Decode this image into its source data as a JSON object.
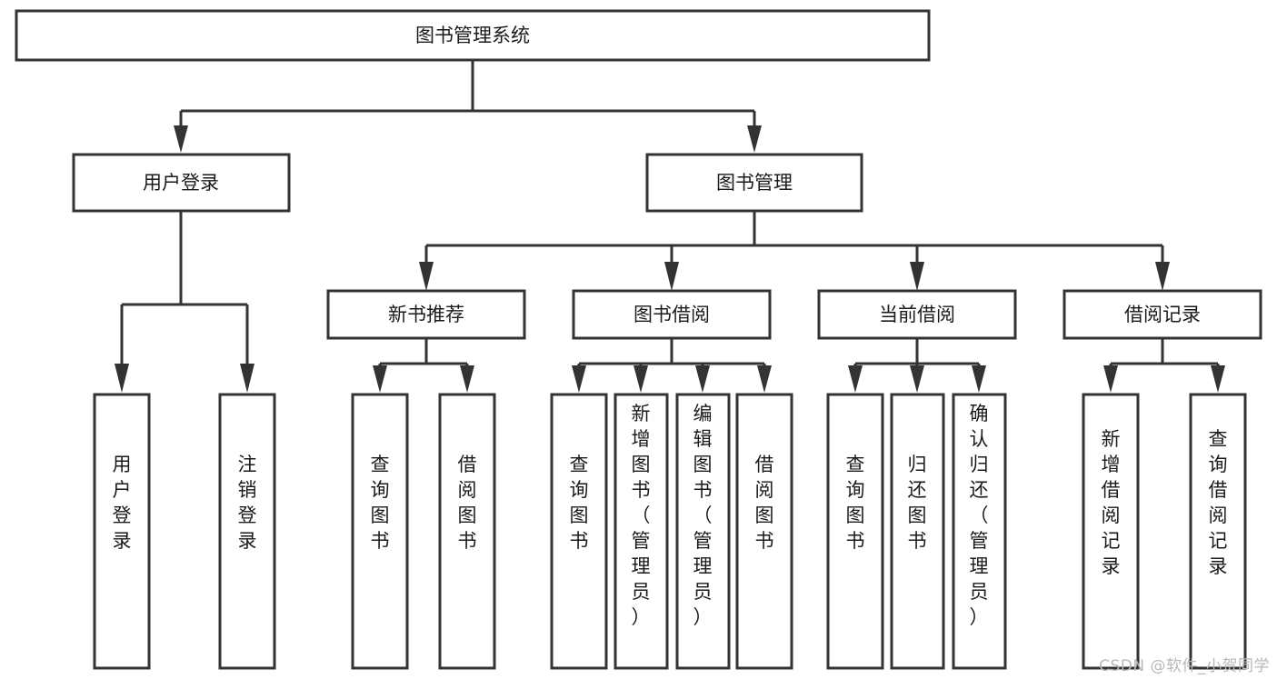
{
  "diagram": {
    "type": "tree-hierarchy-flowchart",
    "title": "图书管理系统",
    "background_color": "#ffffff",
    "line_color": "#333333",
    "text_color": "#1a1a1a",
    "nodes": {
      "root": {
        "label": "图书管理系统",
        "orientation": "horizontal"
      },
      "level1": [
        {
          "id": "user-login",
          "label": "用户登录",
          "orientation": "horizontal"
        },
        {
          "id": "book-manage",
          "label": "图书管理",
          "orientation": "horizontal"
        }
      ],
      "level2": [
        {
          "id": "new-book-recommend",
          "label": "新书推荐",
          "orientation": "horizontal"
        },
        {
          "id": "book-borrow",
          "label": "图书借阅",
          "orientation": "horizontal"
        },
        {
          "id": "current-borrow",
          "label": "当前借阅",
          "orientation": "horizontal"
        },
        {
          "id": "borrow-record",
          "label": "借阅记录",
          "orientation": "horizontal"
        }
      ],
      "leaves": [
        {
          "id": "leaf-user-login",
          "label": "用户登录",
          "parent": "user-login",
          "orientation": "vertical"
        },
        {
          "id": "leaf-logout-login",
          "label": "注销登录",
          "parent": "user-login",
          "orientation": "vertical"
        },
        {
          "id": "leaf-query-book-1",
          "label": "查询图书",
          "parent": "new-book-recommend",
          "orientation": "vertical"
        },
        {
          "id": "leaf-borrow-book-1",
          "label": "借阅图书",
          "parent": "new-book-recommend",
          "orientation": "vertical"
        },
        {
          "id": "leaf-query-book-2",
          "label": "查询图书",
          "parent": "book-borrow",
          "orientation": "vertical"
        },
        {
          "id": "leaf-add-book",
          "label": "新增图书（管理员）",
          "parent": "book-borrow",
          "orientation": "vertical"
        },
        {
          "id": "leaf-edit-book",
          "label": "编辑图书（管理员）",
          "parent": "book-borrow",
          "orientation": "vertical"
        },
        {
          "id": "leaf-borrow-book-2",
          "label": "借阅图书",
          "parent": "book-borrow",
          "orientation": "vertical"
        },
        {
          "id": "leaf-query-book-3",
          "label": "查询图书",
          "parent": "current-borrow",
          "orientation": "vertical"
        },
        {
          "id": "leaf-return-book",
          "label": "归还图书",
          "parent": "current-borrow",
          "orientation": "vertical"
        },
        {
          "id": "leaf-confirm-return",
          "label": "确认归还（管理员）",
          "parent": "current-borrow",
          "orientation": "vertical"
        },
        {
          "id": "leaf-add-borrow-record",
          "label": "新增借阅记录",
          "parent": "borrow-record",
          "orientation": "vertical"
        },
        {
          "id": "leaf-query-borrow-record",
          "label": "查询借阅记录",
          "parent": "borrow-record",
          "orientation": "vertical"
        }
      ]
    }
  },
  "watermark": {
    "text": "CSDN @软件_小贺同学"
  }
}
